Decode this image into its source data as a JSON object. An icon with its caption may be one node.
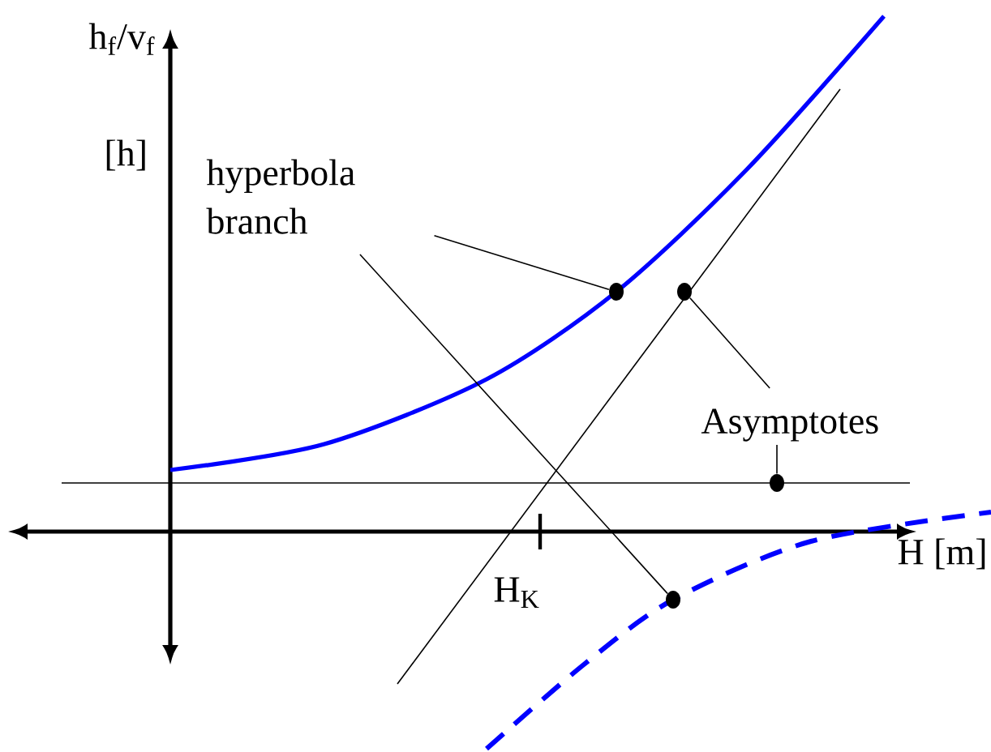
{
  "diagram": {
    "nodes": [
      {
        "text": [
          "hyperbola branch"
        ]
      },
      {
        "text": [
          "Asymptotes"
        ]
      },
      {
        "text": [],
        "shape": "circle"
      },
      {
        "text": [],
        "shape": "circle"
      },
      {
        "text": [],
        "shape": "circle"
      },
      {
        "text": [],
        "shape": "circle"
      }
    ],
    "edges": [
      {
        "from": 0,
        "to": 2,
        "arrow": "none"
      },
      {
        "from": 0,
        "to": 5,
        "arrow": "none"
      },
      {
        "from": 1,
        "to": 3,
        "arrow": "none"
      },
      {
        "from": 1,
        "to": 4,
        "arrow": "none"
      }
    ],
    "labels": [
      "h$_{f}$/v$_{f}$",
      "[h]",
      "H [m]",
      "H$_{K}$"
    ]
  }
}
